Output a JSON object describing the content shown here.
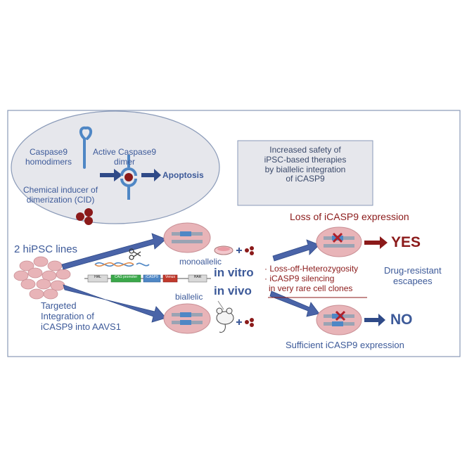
{
  "mechanism": {
    "caspase9_homodimers": [
      "Caspase9",
      "homodimers"
    ],
    "active_caspase9_dimer": [
      "Active Caspase9",
      "dimer"
    ],
    "apoptosis": "Apoptosis",
    "cid": [
      "Chemical inducer of",
      "dimerization (CID)"
    ]
  },
  "summary_box": [
    "Increased safety of",
    "iPSC-based therapies",
    "by biallelic integration",
    "of iCASP9"
  ],
  "left": {
    "hipsc_lines": "2 hiPSC lines",
    "targeted": [
      "Targeted",
      "Integration of",
      "iCASP9 into AAVS1"
    ]
  },
  "construct": {
    "segments": [
      "HAL",
      "CAG promoter",
      "iCASP9",
      "Venus",
      "HAR"
    ]
  },
  "alleles": {
    "monoallelic": "monoallelic",
    "biallelic": "biallelic"
  },
  "conditions": {
    "in_vitro": "in vitro",
    "in_vivo": "in vivo"
  },
  "outcomes": {
    "loss_expression": "Loss of iCASP9 expression",
    "yes": "YES",
    "no": "NO",
    "sufficient_expression": "Sufficient iCASP9 expression",
    "mechanisms": [
      "Loss-off-Heterozygosity",
      "iCASP9 silencing",
      "in very rare cell clones"
    ],
    "escapees": [
      "Drug-resistant",
      "escapees"
    ]
  },
  "colors": {
    "frame": "#8a9ab8",
    "ellipse_fill": "#e6e7ec",
    "blue_text": "#3d5a99",
    "dark_red": "#8b1a1a",
    "arrow_blue": "#4a64a8",
    "cell_pink": "#e8b4b8",
    "allele_blue": "#4f87c5"
  }
}
